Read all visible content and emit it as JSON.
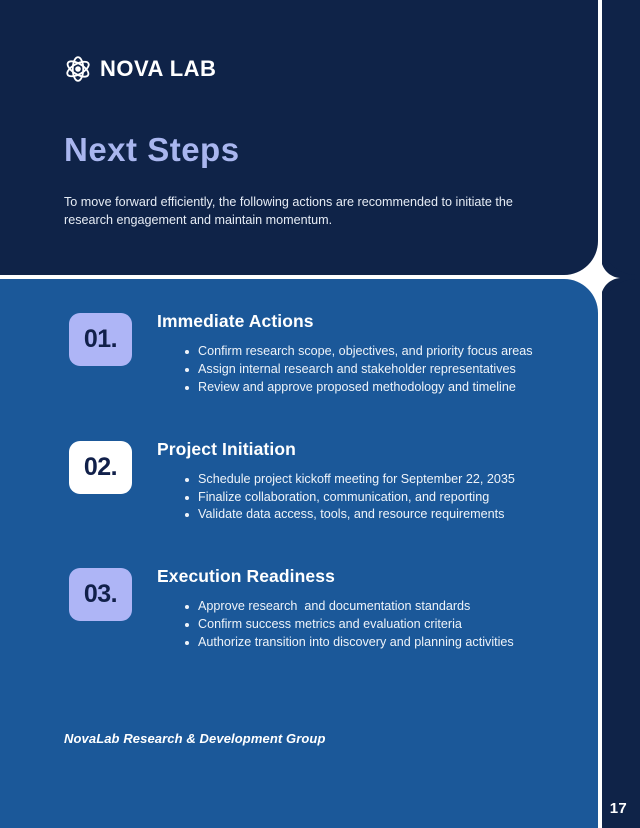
{
  "brand": {
    "logo_icon": "atom-icon",
    "name": "NOVA LAB"
  },
  "header": {
    "title": "Next Steps",
    "subtitle": "To move forward efficiently, the following actions are recommended to initiate the research engagement and maintain momentum.",
    "title_color": "#a9b6ef",
    "background_color": "#0f2348"
  },
  "body": {
    "background_color": "#1b5899"
  },
  "steps": [
    {
      "number": "01.",
      "badge_style": "lav",
      "badge_color": "#aeb5f6",
      "title": "Immediate Actions",
      "bullets": [
        "Confirm research scope, objectives, and priority focus areas",
        "Assign internal research and stakeholder representatives",
        "Review and approve proposed methodology and timeline"
      ]
    },
    {
      "number": "02.",
      "badge_style": "white",
      "badge_color": "#ffffff",
      "title": "Project Initiation",
      "bullets": [
        "Schedule project kickoff meeting for September 22, 2035",
        "Finalize collaboration, communication, and reporting",
        "Validate data access, tools, and resource requirements"
      ]
    },
    {
      "number": "03.",
      "badge_style": "lav",
      "badge_color": "#aeb5f6",
      "title": "Execution Readiness",
      "bullets": [
        "Approve research  and documentation standards",
        "Confirm success metrics and evaluation criteria",
        "Authorize transition into discovery and planning activities"
      ]
    }
  ],
  "footer": {
    "organization": "NovaLab Research & Development Group"
  },
  "right_strip": {
    "page_number": "17",
    "background_color": "#0f2348"
  },
  "decoration": {
    "sparkle_icon": "four-point-star-icon"
  }
}
